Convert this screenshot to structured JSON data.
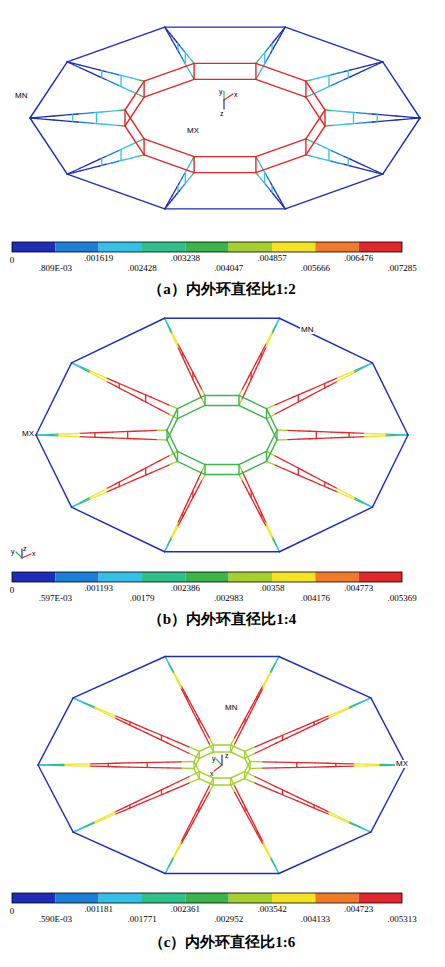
{
  "diagram": {
    "labels": [
      "MN",
      "MX",
      "y",
      "x",
      "z",
      "0",
      ".809E-03",
      ".001619",
      ".002428",
      ".003238",
      ".004047",
      ".004857",
      ".005666",
      ".006476",
      ".007285",
      "（a）内外环直径比1:2",
      "MX",
      "MN",
      "y",
      "z",
      "x",
      "0",
      ".597E-03",
      ".001193",
      ".00179",
      ".002386",
      ".002983",
      ".00358",
      ".004176",
      ".004773",
      ".005369",
      "（b）内外环直径比1:4",
      "MX",
      "MN",
      "y",
      "z",
      "x",
      "0",
      ".590E-03",
      ".001181",
      ".001771",
      ".002361",
      ".002952",
      ".003542",
      ".004133",
      ".004723",
      ".005313",
      "（c）内外环直径比1:6"
    ]
  }
}
